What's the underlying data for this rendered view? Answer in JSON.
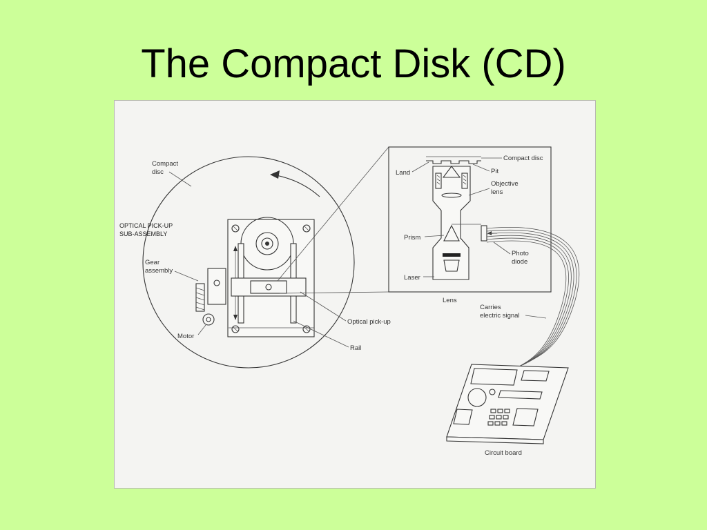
{
  "slide": {
    "title": "The Compact Disk (CD)"
  },
  "diagram": {
    "labels": {
      "compact_disc_line1": "Compact",
      "compact_disc_line2": "disc",
      "pickup_sub_line1": "OPTICAL PICK-UP",
      "pickup_sub_line2": "SUB-ASSEMBLY",
      "gear_line1": "Gear",
      "gear_line2": "assembly",
      "motor": "Motor",
      "optical_pickup": "Optical pick-up",
      "rail": "Rail",
      "inset_compact_disc": "Compact disc",
      "land": "Land",
      "pit": "Pit",
      "objective_line1": "Objective",
      "objective_line2": "lens",
      "prism": "Prism",
      "photo_line1": "Photo",
      "photo_line2": "diode",
      "laser": "Laser",
      "lens": "Lens",
      "carries_line1": "Carries",
      "carries_line2": "electric signal",
      "circuit_board": "Circuit board"
    }
  }
}
